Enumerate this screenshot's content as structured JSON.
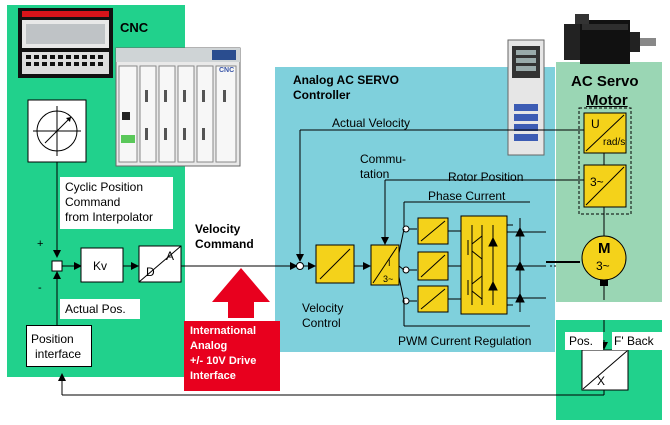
{
  "cnc": {
    "title": "CNC",
    "cyclic_lines": [
      "Cyclic Position",
      "Command",
      "from Interpolator"
    ],
    "plus_sign": "+",
    "minus_sign": "-",
    "kv_label": "Kv",
    "da_d": "D",
    "da_a": "A",
    "actual_pos": "Actual Pos.",
    "position_interface_lines": [
      "Position",
      "interface"
    ],
    "rack_logo": "CNC"
  },
  "velocity_command": [
    "Velocity",
    "Command"
  ],
  "interface_note": [
    "International",
    "Analog",
    "+/- 10V Drive",
    "Interface"
  ],
  "servo": {
    "title_lines": [
      "Analog AC SERVO",
      "Controller"
    ],
    "actual_velocity": "Actual Velocity",
    "commutation_lines": [
      "Commu-",
      "tation"
    ],
    "rotor_position": "Rotor Position",
    "phase_current": "Phase Current",
    "velocity_control_lines": [
      "Velocity",
      "Control"
    ],
    "pwm_label": "PWM Current Regulation",
    "converter_i": "I",
    "converter_3": "3~"
  },
  "motor": {
    "title_lines": [
      "AC Servo",
      "Motor"
    ],
    "u_label": "U",
    "rad_label": "rad/s",
    "conv_label": "3~",
    "m_label": "M",
    "m_phase": "3~",
    "pos_label": "Pos.",
    "feedback_label": "F' Back",
    "x_label": "X"
  },
  "colors": {
    "cnc_green": "#21d18c",
    "servo_blue": "#7fd0dc",
    "motor_green": "#9ad6b4",
    "block_yellow": "#f4d21a",
    "arrow_red": "#e8001e",
    "note_red": "#e8001e"
  }
}
